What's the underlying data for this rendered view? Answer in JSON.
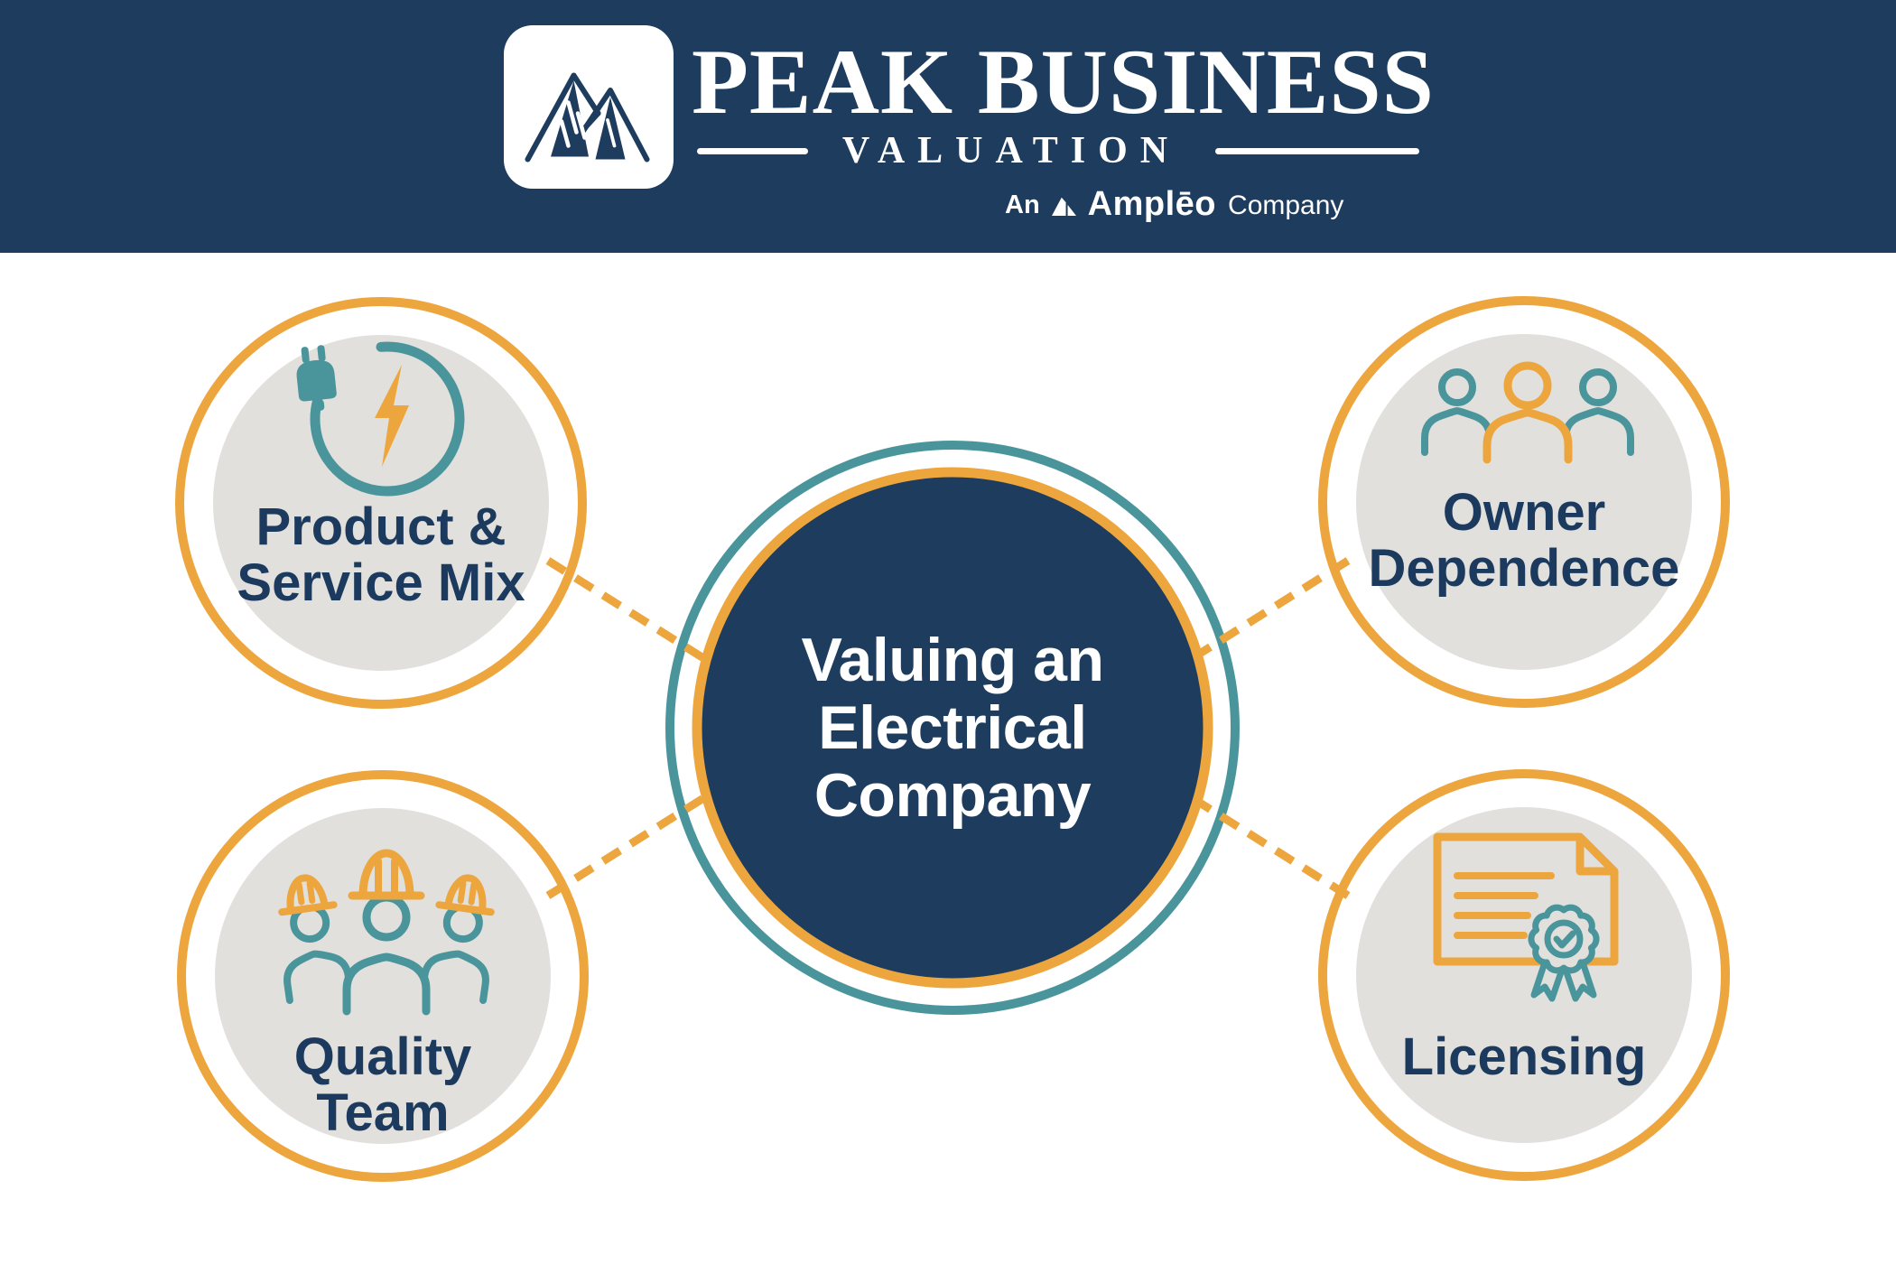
{
  "header": {
    "brand_line1": "PEAK BUSINESS",
    "brand_line2": "VALUATION",
    "tagline_prefix": "An",
    "tagline_brand": "Amplēo",
    "tagline_suffix": "Company"
  },
  "center": {
    "title_lines": [
      "Valuing an",
      "Electrical",
      "Company"
    ]
  },
  "nodes": [
    {
      "id": "product-service-mix",
      "icon": "electric-plug-lightning-icon",
      "label_lines": [
        "Product &",
        "Service Mix"
      ]
    },
    {
      "id": "owner-dependence",
      "icon": "people-group-icon",
      "label_lines": [
        "Owner",
        "Dependence"
      ]
    },
    {
      "id": "quality-team",
      "icon": "construction-workers-icon",
      "label_lines": [
        "Quality",
        "Team"
      ]
    },
    {
      "id": "licensing",
      "icon": "certificate-seal-icon",
      "label_lines": [
        "Licensing"
      ]
    }
  ],
  "colors": {
    "navy": "#1d3c5e",
    "orange": "#eda63e",
    "teal": "#4a959b",
    "circle_gray": "#e1e0dc",
    "white": "#ffffff",
    "label_navy": "#1c3a5e"
  }
}
